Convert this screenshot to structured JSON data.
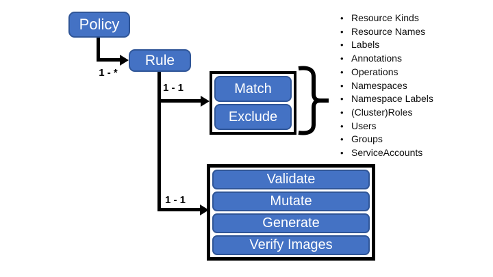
{
  "diagram": {
    "policy_node": {
      "label": "Policy"
    },
    "rule_node": {
      "label": "Rule"
    },
    "edges": {
      "policy_to_rule": "1 - *",
      "rule_to_match": "1 - 1",
      "rule_to_actions": "1 - 1"
    },
    "match_group": {
      "match": "Match",
      "exclude": "Exclude"
    },
    "action_group": {
      "validate": "Validate",
      "mutate": "Mutate",
      "generate": "Generate",
      "verify_images": "Verify Images"
    },
    "match_criteria": {
      "bullet_glyph": "•",
      "items": [
        "Resource Kinds",
        "Resource Names",
        "Labels",
        "Annotations",
        "Operations",
        "Namespaces",
        "Namespace Labels",
        "(Cluster)Roles",
        "Users",
        "Groups",
        "ServiceAccounts"
      ]
    },
    "colors": {
      "node_fill": "#4472C4",
      "node_border": "#2F5597",
      "connector": "#000000",
      "node_text": "#FFFFFF",
      "list_text": "#0D0D0D",
      "background": "#FFFFFF"
    }
  }
}
